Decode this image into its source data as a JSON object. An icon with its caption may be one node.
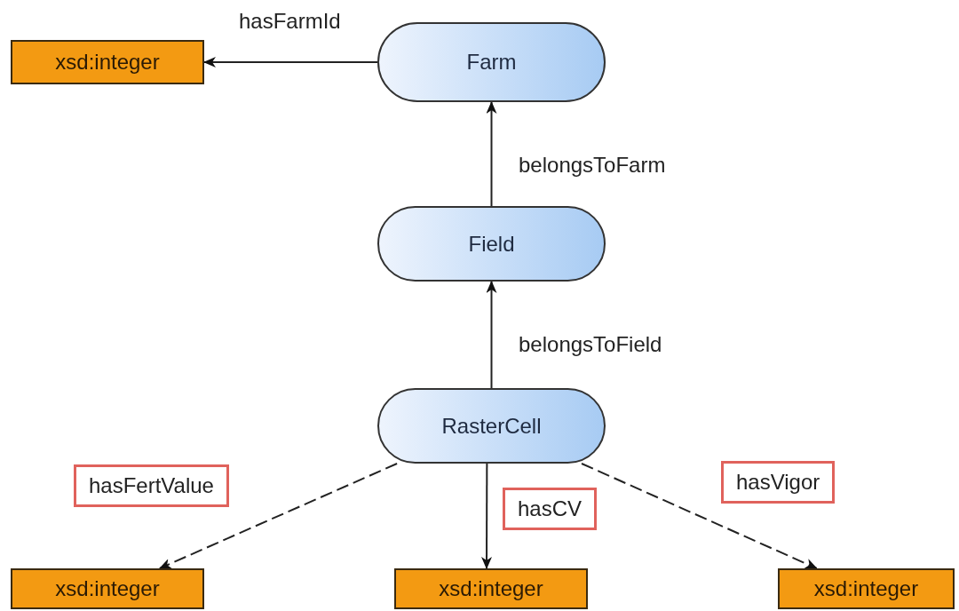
{
  "diagram": {
    "nodes": [
      {
        "text": [
          "Farm"
        ]
      },
      {
        "text": [
          "xsd:integer"
        ]
      },
      {
        "text": [
          "Field"
        ]
      },
      {
        "text": [
          "RasterCell"
        ]
      },
      {
        "text": [
          "xsd:integer"
        ]
      },
      {
        "text": [
          "xsd:integer"
        ]
      },
      {
        "text": [
          "xsd:integer"
        ]
      }
    ],
    "edges": [
      {
        "from": 0,
        "to": 1,
        "arrow": "to",
        "label": "hasFarmId"
      },
      {
        "from": 2,
        "to": 0,
        "arrow": "to",
        "label": "belongsToFarm"
      },
      {
        "from": 3,
        "to": 2,
        "arrow": "to",
        "label": "belongsToField"
      },
      {
        "from": 3,
        "to": 4,
        "arrow": "to",
        "label": "hasFertValue",
        "style": "dashed"
      },
      {
        "from": 3,
        "to": 5,
        "arrow": "to",
        "label": "hasCV"
      },
      {
        "from": 3,
        "to": 6,
        "arrow": "to",
        "label": "hasVigor",
        "style": "dashed"
      }
    ]
  }
}
